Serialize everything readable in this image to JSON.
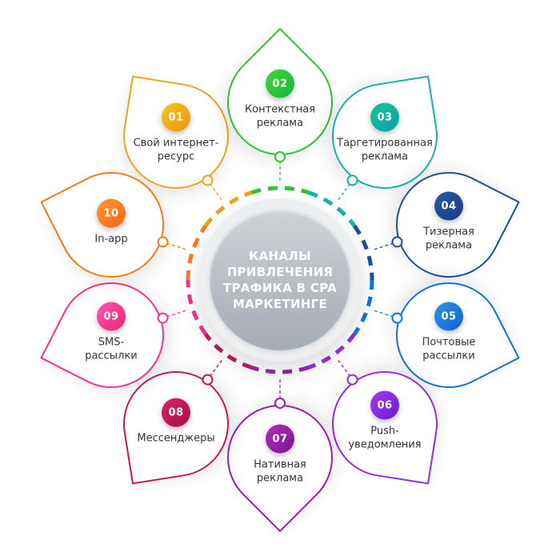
{
  "center": {
    "title": "КАНАЛЫ\nПРИВЛЕЧЕНИЯ\nТРАФИКА В CPA\nМАРКЕТИНГЕ"
  },
  "items": [
    {
      "number": "01",
      "label": "Свой интернет-\nресурс",
      "color": "#F2A11C",
      "gradient": [
        "#F6C51E",
        "#EF9212"
      ]
    },
    {
      "number": "02",
      "label": "Контекстная\nреклама",
      "color": "#2EC234",
      "gradient": [
        "#45D93C",
        "#17B33A"
      ]
    },
    {
      "number": "03",
      "label": "Таргетированная\nреклама",
      "color": "#12B3A8",
      "gradient": [
        "#16C79A",
        "#0E9DA8"
      ]
    },
    {
      "number": "04",
      "label": "Тизерная\nреклама",
      "color": "#1C4FA0",
      "gradient": [
        "#2A5CA8",
        "#143A85"
      ]
    },
    {
      "number": "05",
      "label": "Почтовые\nрассылки",
      "color": "#1273DD",
      "gradient": [
        "#2F95E0",
        "#0F5FD7"
      ]
    },
    {
      "number": "06",
      "label": "Push-\nуведомления",
      "color": "#8E2DE2",
      "gradient": [
        "#A13BEF",
        "#6C1BD6"
      ]
    },
    {
      "number": "07",
      "label": "Нативная\nреклама",
      "color": "#9B1FA8",
      "gradient": [
        "#B12BC0",
        "#7A1790"
      ]
    },
    {
      "number": "08",
      "label": "Мессенджеры",
      "color": "#C21858",
      "gradient": [
        "#D92465",
        "#A60E48"
      ]
    },
    {
      "number": "09",
      "label": "SMS-\nрассылки",
      "color": "#F4338C",
      "gradient": [
        "#FF57A8",
        "#EE2278"
      ]
    },
    {
      "number": "10",
      "label": "In-app",
      "color": "#F97B16",
      "gradient": [
        "#FB9A3C",
        "#F6650D"
      ]
    }
  ]
}
